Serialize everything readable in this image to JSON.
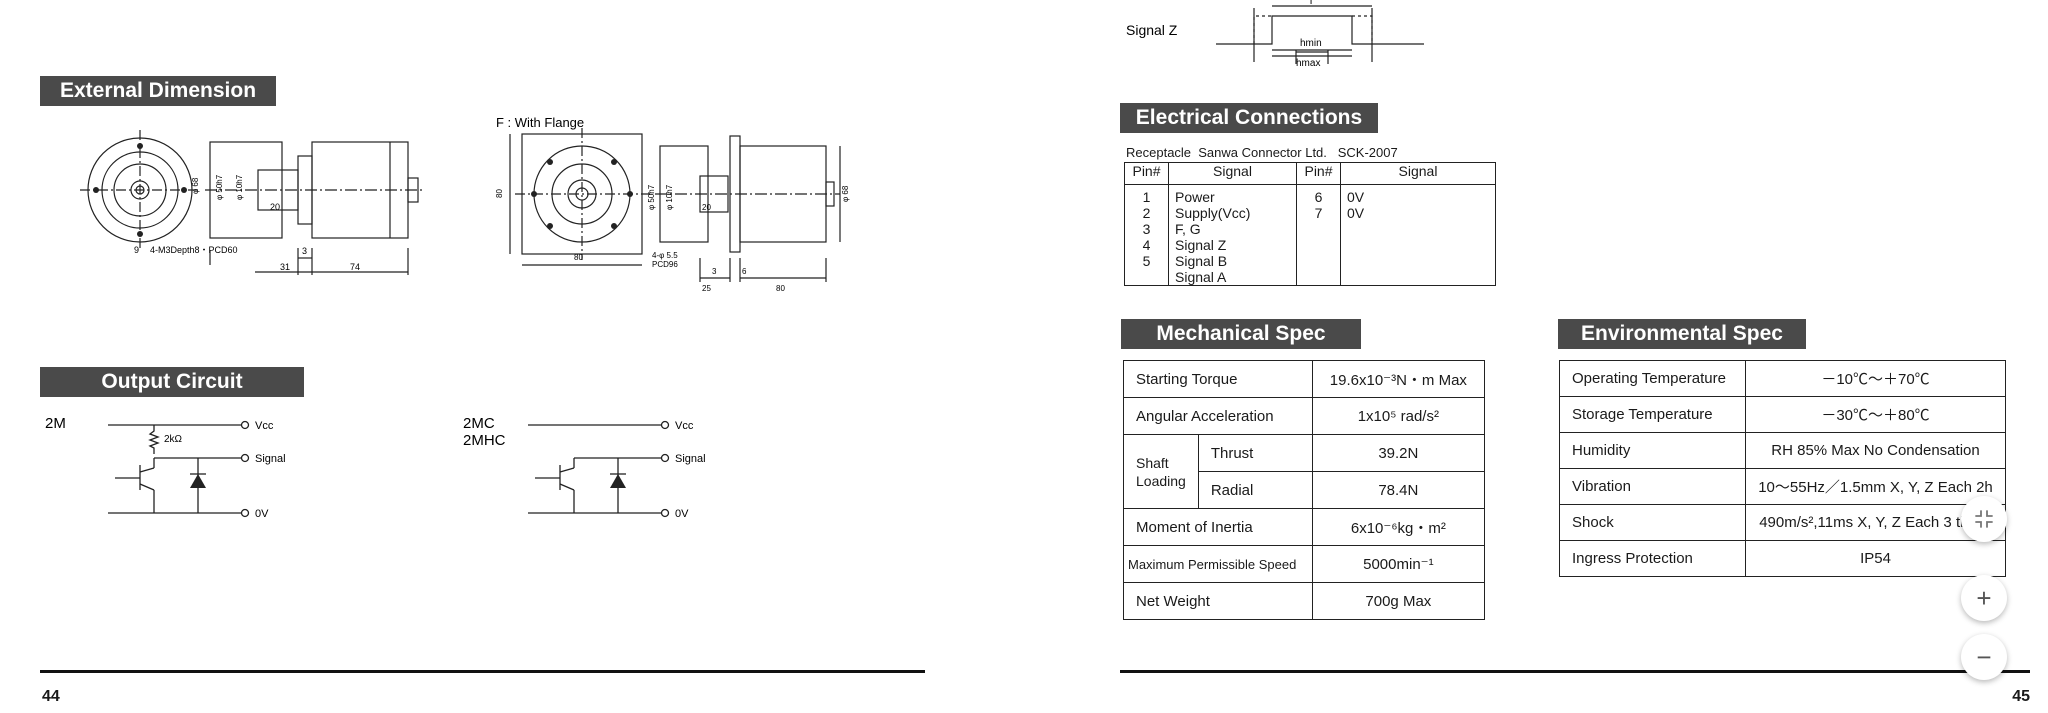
{
  "left_page": {
    "external_dimension": {
      "title": "External Dimension",
      "labels": {
        "phi50h7": "φ 50h7",
        "phi10h7": "φ 10h7",
        "phi68": "φ 68",
        "d20": "20",
        "d9": "9",
        "d3": "3",
        "d31": "31",
        "d74": "74",
        "mount": "4-M3Depth8・PCD60",
        "flange_title": "F : With Flange",
        "f80v": "80",
        "f80h": "80",
        "f80b": "80",
        "f25": "25",
        "f3": "3",
        "f6": "6",
        "f20": "20",
        "f_phi50h7": "φ 50h7",
        "f_phi10h7": "φ 10h7",
        "f_phi68": "φ 68",
        "f_hole": "4-φ 5.5",
        "f_pcd": "PCD96"
      }
    },
    "output_circuit": {
      "title": "Output Circuit",
      "model_a": "2M",
      "model_b1": "2MC",
      "model_b2": "2MHC",
      "vcc": "Vcc",
      "signal": "Signal",
      "zero_v": "0V",
      "resistor": "2kΩ"
    },
    "page_number": "44"
  },
  "right_page": {
    "waveform": {
      "label": "Signal Z",
      "t_label": "T",
      "hmin": "hmin",
      "hmax": "hmax"
    },
    "electrical": {
      "title": "Electrical Connections",
      "receptacle": "Receptacle  Sanwa Connector Ltd.   SCK-2007",
      "headers": [
        "Pin#",
        "Signal",
        "Pin#",
        "Signal"
      ],
      "left_pins": [
        "1",
        "2",
        "3",
        "4",
        "5"
      ],
      "left_signals": [
        "Power Supply(Vcc)",
        "F, G",
        "Signal Z",
        "Signal B",
        "Signal A"
      ],
      "right_pins": [
        "6",
        "7"
      ],
      "right_signals": [
        "0V",
        "0V"
      ]
    },
    "mechanical": {
      "title": "Mechanical Spec",
      "starting_torque": {
        "label": "Starting Torque",
        "value": "19.6x10⁻³N・m Max"
      },
      "angular_acceleration": {
        "label": "Angular Acceleration",
        "value": "1x10⁵ rad/s²"
      },
      "shaft_loading": {
        "label_line1": "Shaft",
        "label_line2": "Loading",
        "thrust_label": "Thrust",
        "thrust_value": "39.2N",
        "radial_label": "Radial",
        "radial_value": "78.4N"
      },
      "moment_of_inertia": {
        "label": "Moment of Inertia",
        "value": "6x10⁻⁶kg・m²"
      },
      "max_speed": {
        "label": "Maximum Permissible Speed",
        "value": "5000min⁻¹"
      },
      "net_weight": {
        "label": "Net Weight",
        "value": "700g Max"
      }
    },
    "environmental": {
      "title": "Environmental Spec",
      "rows": [
        {
          "label": "Operating Temperature",
          "value": "－10℃～＋70℃"
        },
        {
          "label": "Storage Temperature",
          "value": "－30℃～＋80℃"
        },
        {
          "label": "Humidity",
          "value": "RH 85% Max No Condensation"
        },
        {
          "label": "Vibration",
          "value": "10～55Hz／1.5mm X, Y, Z Each 2h"
        },
        {
          "label": "Shock",
          "value": "490m/s²,11ms  X, Y, Z Each 3 times"
        },
        {
          "label": "Ingress Protection",
          "value": "IP54"
        }
      ]
    },
    "page_number": "45"
  },
  "viewer_controls": {
    "fit_icon": "collapse-icon",
    "zoom_in_icon": "plus-icon",
    "zoom_out_icon": "minus-icon",
    "zoom_in_symbol": "+",
    "zoom_out_symbol": "−"
  }
}
